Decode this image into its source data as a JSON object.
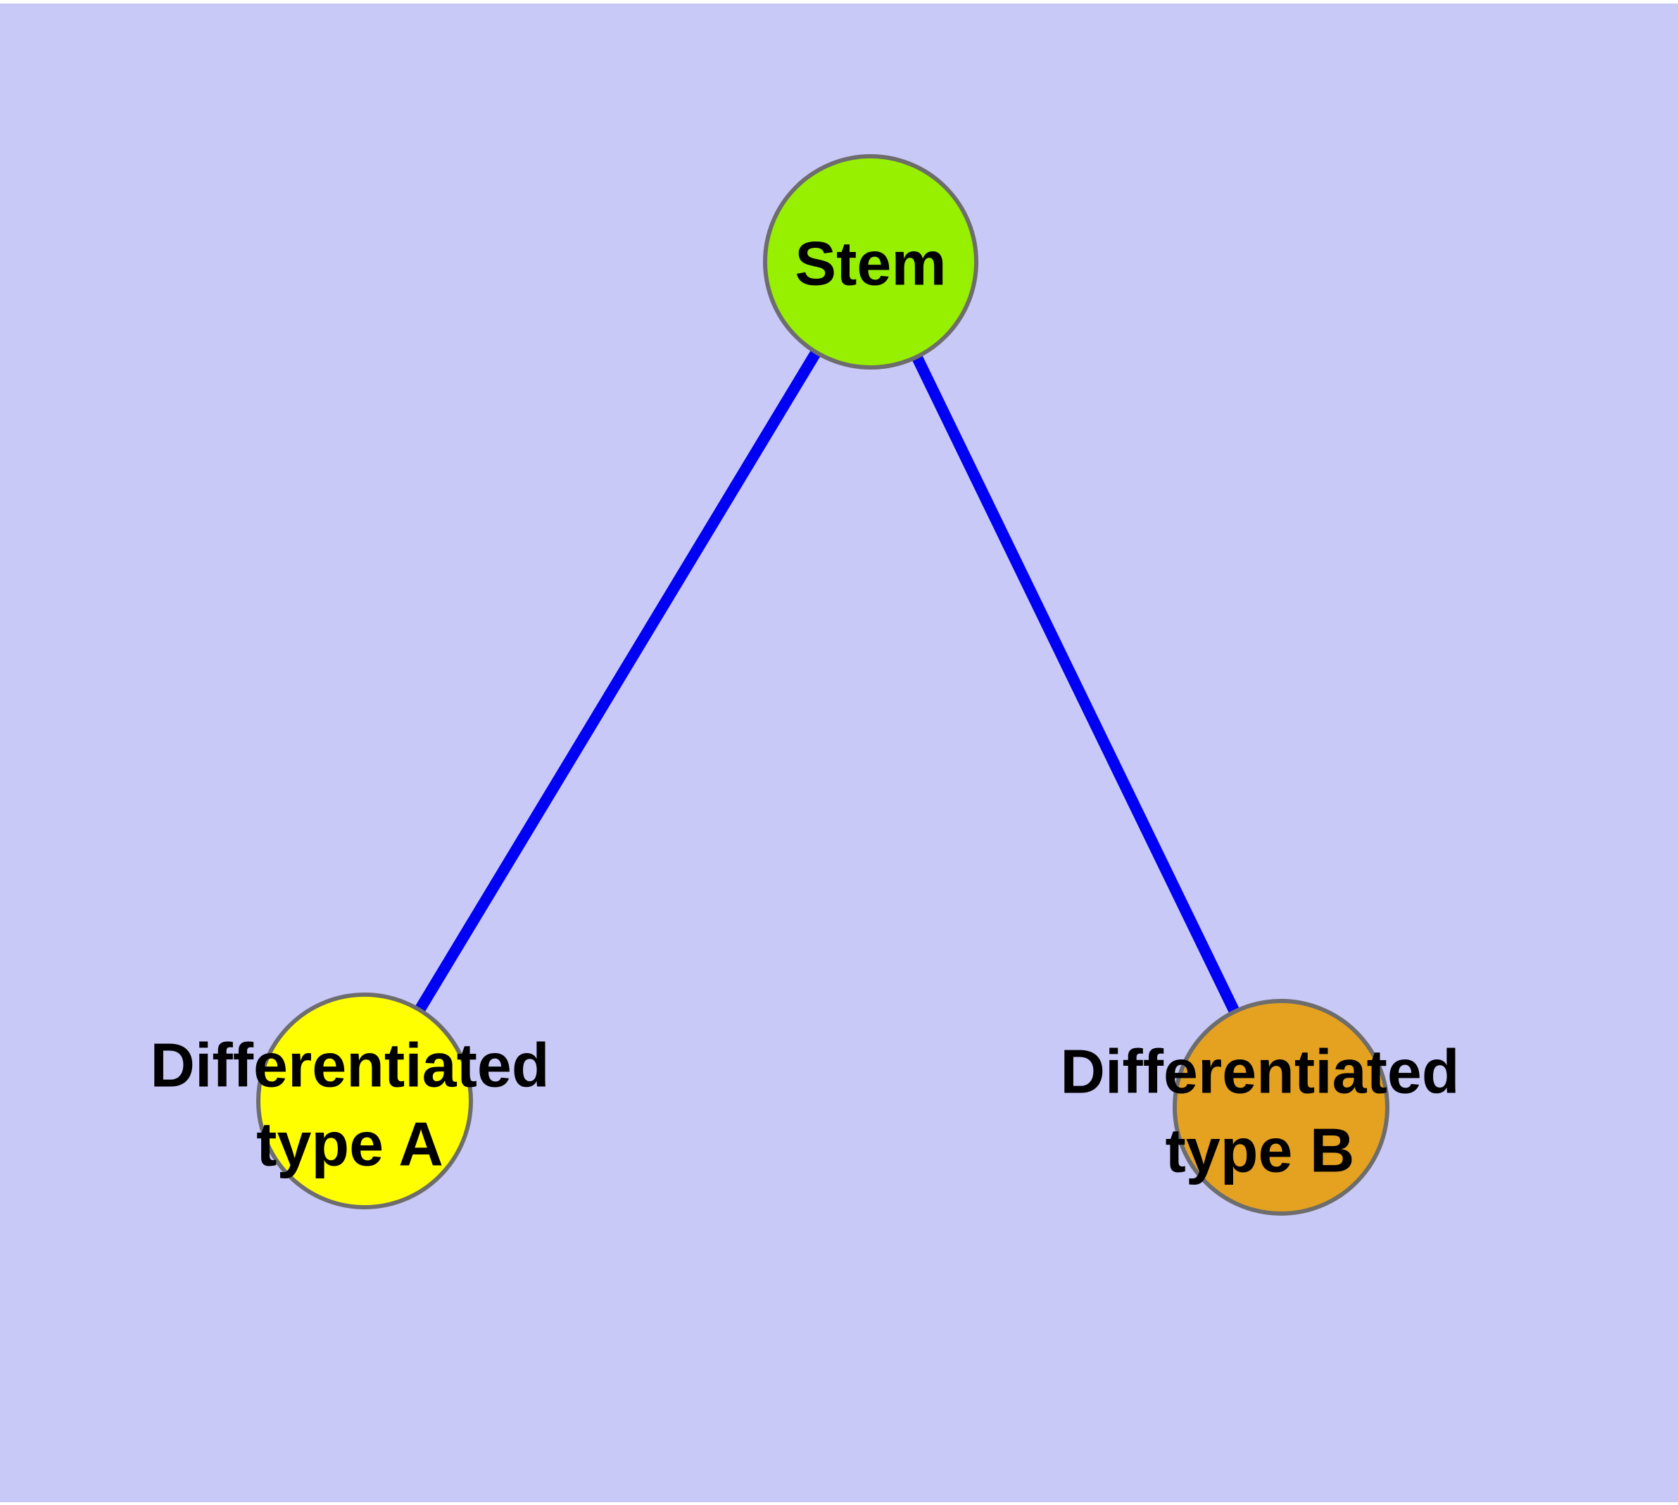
{
  "diagram": {
    "description": "Cell differentiation graph: a stem node connected to two differentiated type nodes",
    "colors": {
      "page_margin": "#FFFFFF",
      "plot_background": "#C9C9F8",
      "edge_blue": "#0000F5",
      "node_border_gray": "#6D6D6D",
      "label_black": "#000000",
      "stem_green": "#97F000",
      "type_a_yellow": "#FFFF00",
      "type_b_orange": "#E5A220"
    },
    "nodes": [
      {
        "id": "stem",
        "label": "Stem",
        "label_lines": [
          "Stem"
        ],
        "color": "#97F000"
      },
      {
        "id": "type-a",
        "label": "Differentiated type A",
        "label_lines": [
          "Differentiated",
          "type A"
        ],
        "color": "#FFFF00"
      },
      {
        "id": "type-b",
        "label": "Differentiated type B",
        "label_lines": [
          "Differentiated",
          "type B"
        ],
        "color": "#E5A220"
      }
    ],
    "edges": [
      {
        "from": "stem",
        "to": "type-a"
      },
      {
        "from": "stem",
        "to": "type-b"
      }
    ]
  }
}
